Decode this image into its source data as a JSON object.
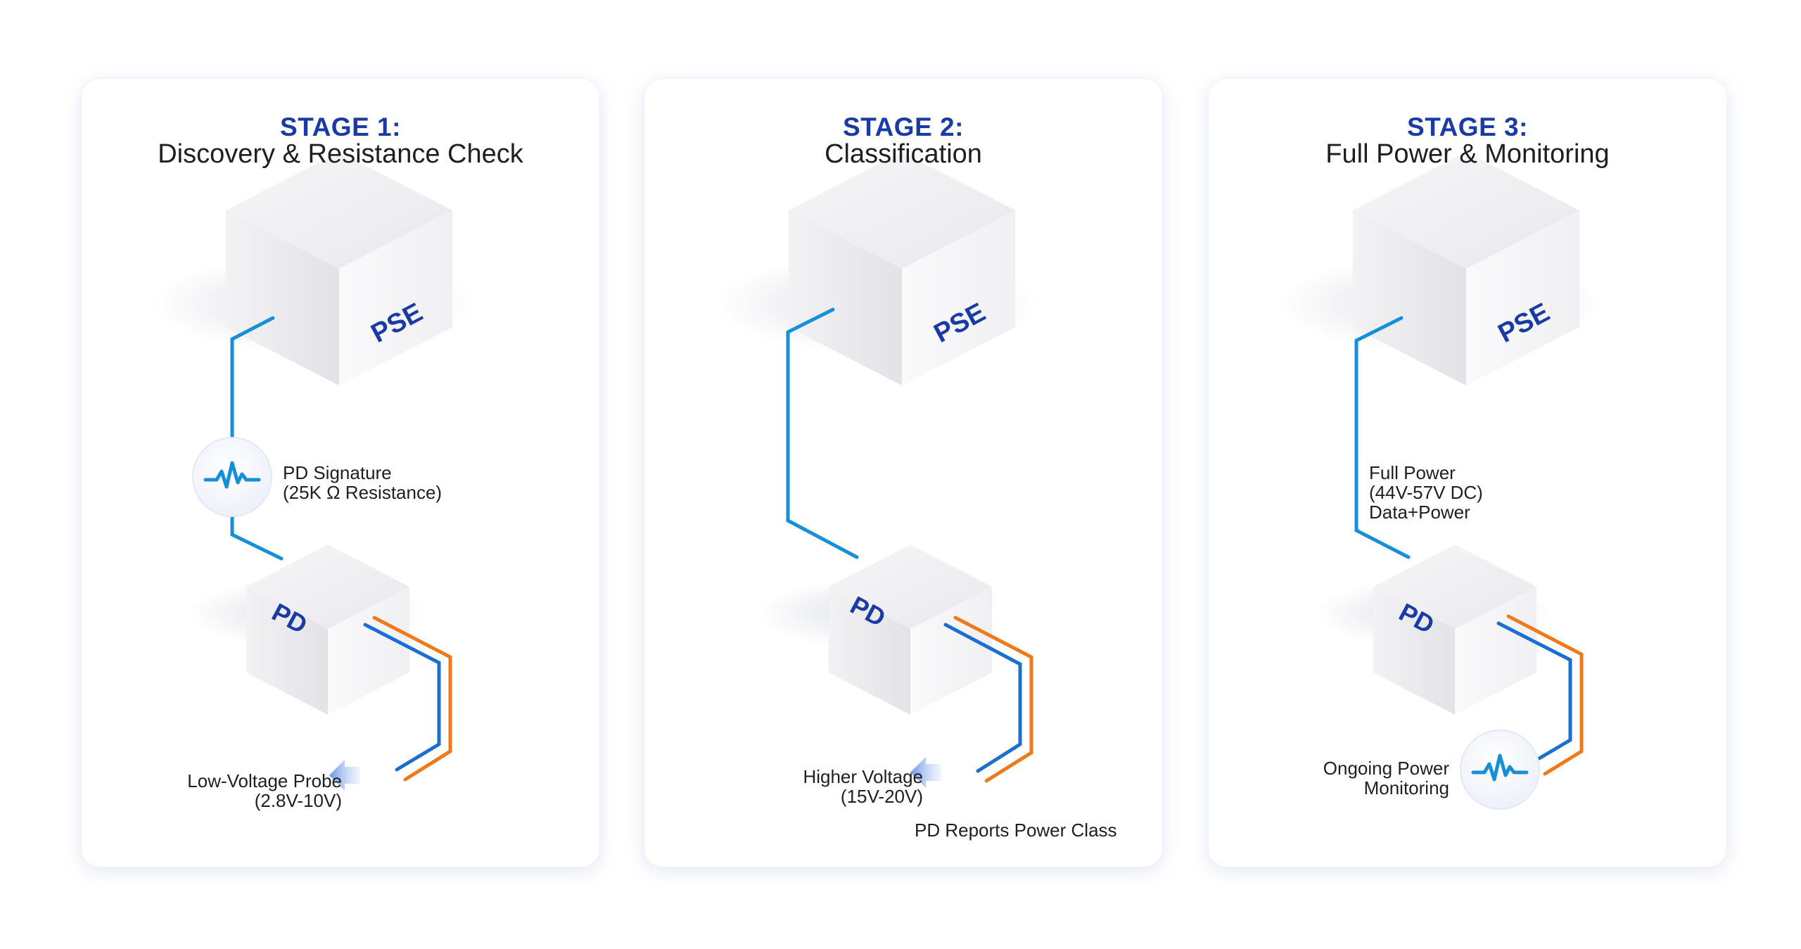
{
  "stages": [
    {
      "stage": "STAGE 1:",
      "title": "Discovery & Resistance Check",
      "pse": "PSE",
      "pd": "PD",
      "labels": {
        "signature_line1": "PD Signature",
        "signature_line2": "(25K Ω Resistance)",
        "probe_line1": "Low-Voltage Probe",
        "probe_line2": "(2.8V-10V)"
      }
    },
    {
      "stage": "STAGE 2:",
      "title": "Classification",
      "pse": "PSE",
      "pd": "PD",
      "labels": {
        "voltage_line1": "Higher Voltage",
        "voltage_line2": "(15V-20V)",
        "report": "PD Reports Power Class"
      }
    },
    {
      "stage": "STAGE 3:",
      "title": "Full Power & Monitoring",
      "pse": "PSE",
      "pd": "PD",
      "labels": {
        "power_line1": "Full Power",
        "power_line2": "(44V-57V DC)",
        "power_line3": "Data+Power",
        "monitor_line1": "Ongoing Power",
        "monitor_line2": "Monitoring"
      }
    }
  ],
  "colors": {
    "accent_blue": "#1a3aa6",
    "cable_blue": "#1590d8",
    "cable_orange": "#f07a1a"
  },
  "icons": {
    "signal": "pulse-wave-icon",
    "arrow": "arrow-left-icon"
  }
}
